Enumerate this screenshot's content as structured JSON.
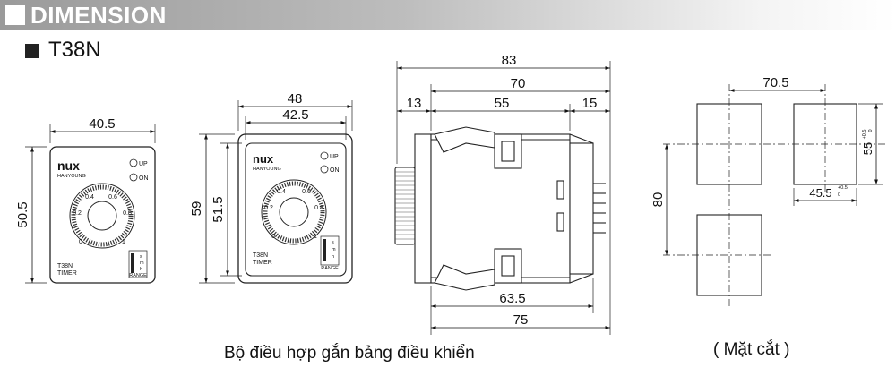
{
  "header": {
    "title": "DIMENSION"
  },
  "model": {
    "name": "T38N"
  },
  "front_small": {
    "width": "40.5",
    "height": "50.5"
  },
  "front_large": {
    "width_outer": "48",
    "width_inner": "42.5",
    "height_outer": "59",
    "height_inner": "51.5"
  },
  "side": {
    "top_total": "83",
    "top_mid": "70",
    "top_left": "13",
    "top_center": "55",
    "top_right": "15",
    "bottom_inner": "63.5",
    "bottom_total": "75"
  },
  "cutout": {
    "h_spacing": "70.5",
    "v_spacing": "80",
    "side": "55",
    "side_width": "45.5",
    "tol_plus": "+0.5",
    "tol_zero": "0"
  },
  "timer_face": {
    "brand": "nux",
    "brand_sub": "HANYOUNG",
    "up": "UP",
    "on": "ON",
    "model_line1": "T38N",
    "model_line2": "TIMER",
    "ticks": [
      "0",
      "0.2",
      "0.4",
      "0.6",
      "0.8",
      "1"
    ],
    "units": [
      "s",
      "m",
      "h"
    ],
    "range_label": "RANGE"
  },
  "captions": {
    "left": "Bộ điều hợp gắn bảng điều khiển",
    "right": "( Mặt cắt )"
  }
}
